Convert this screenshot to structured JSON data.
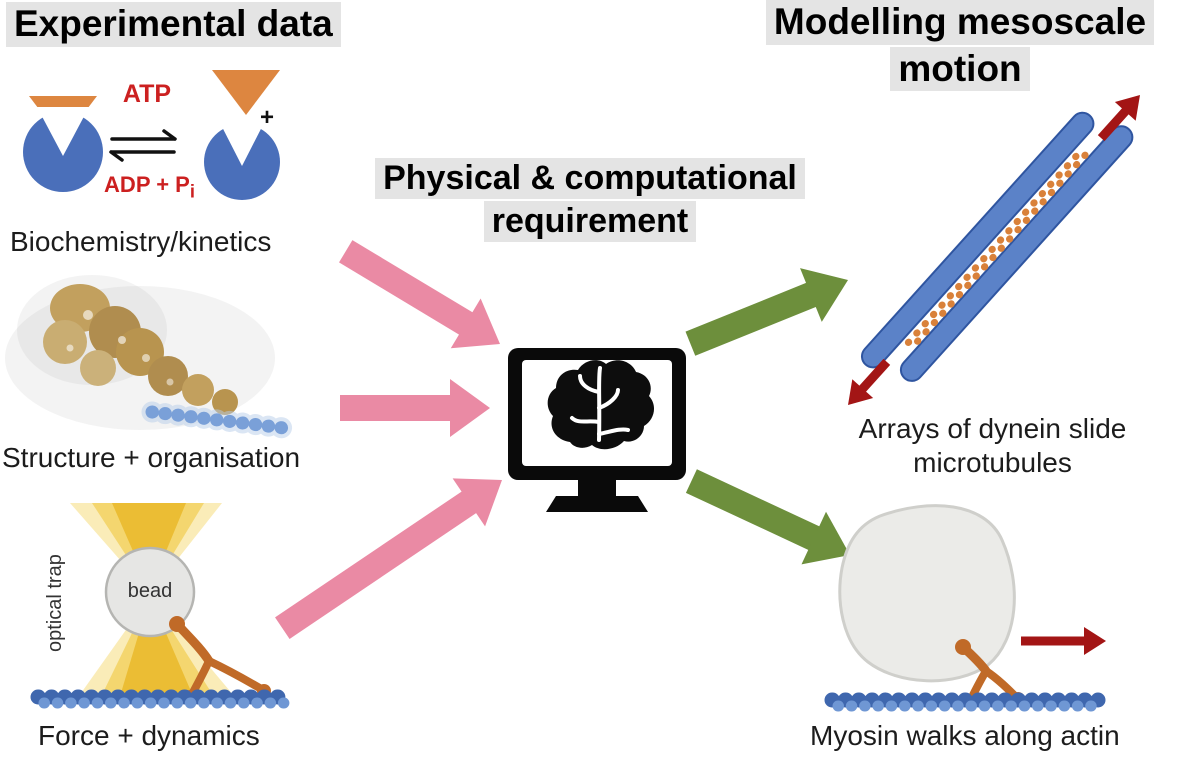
{
  "headings": {
    "experimental": "Experimental data",
    "requirement_line1": "Physical & computational",
    "requirement_line2": "requirement",
    "modelling_line1": "Modelling mesoscale",
    "modelling_line2": "motion"
  },
  "biochem": {
    "atp": "ATP",
    "adp": "ADP + P",
    "adp_sub": "i",
    "plus": "+",
    "label": "Biochemistry/kinetics"
  },
  "structure": {
    "label": "Structure + organisation"
  },
  "force": {
    "label": "Force + dynamics",
    "bead_label": "bead",
    "trap_label": "optical trap"
  },
  "microtubules": {
    "label_line1": "Arrays of dynein slide",
    "label_line2": "microtubules"
  },
  "myosin": {
    "label": "Myosin walks along actin"
  },
  "colors": {
    "pink_arrow": "#ea8aa4",
    "green_arrow": "#6d8f3c",
    "red_arrow": "#a31515",
    "blue_protein": "#4a6fba",
    "microtubule_blue": "#5b82c8",
    "actin_blue": "#4f7cc8",
    "orange_motor": "#d9813a",
    "myosin_orange": "#c06a28",
    "highlight_bg": "#e4e4e4",
    "atp_red": "#cc2020",
    "trap_gold": "#eaba2e"
  }
}
